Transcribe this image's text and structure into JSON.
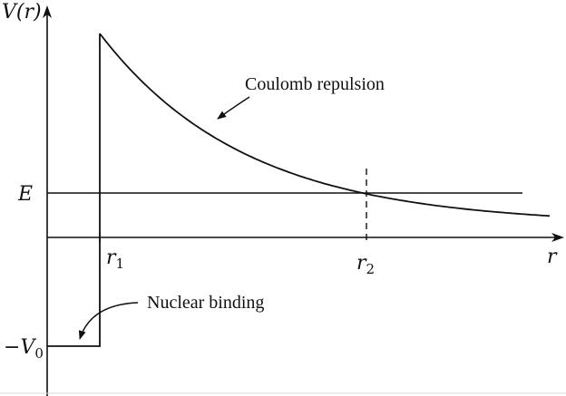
{
  "diagram": {
    "y_axis_label_main": "V",
    "y_axis_label_arg": "(r)",
    "x_axis_label": "r",
    "energy_label": "E",
    "depth_label_sign": "−",
    "depth_label_main": "V",
    "depth_label_sub": "0",
    "r1_label_main": "r",
    "r1_label_sub": "1",
    "r2_label_main": "r",
    "r2_label_sub": "2",
    "coulomb_label": "Coulomb repulsion",
    "nuclear_label": "Nuclear binding"
  },
  "colors": {
    "ink": "#111111",
    "background": "#ffffff"
  }
}
